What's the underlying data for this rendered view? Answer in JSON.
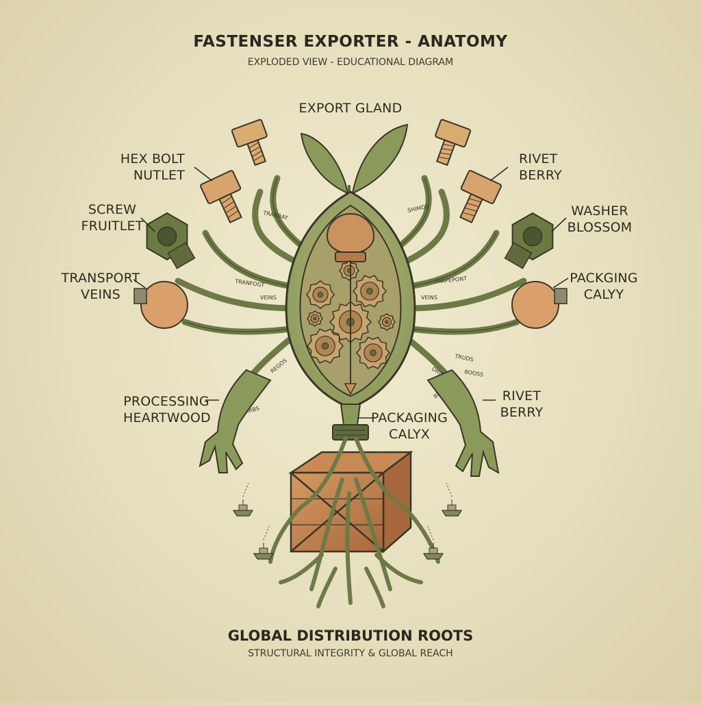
{
  "header": {
    "title": "FASTENSER EXPORTER - ANATOMY",
    "subtitle": "EXPLODED VIEW - EDUCATIONAL DIAGRAM"
  },
  "labels": {
    "export_gland": "EXPORT GLAND",
    "hex_bolt_nutlet": [
      "HEX BOLT",
      "NUTLET"
    ],
    "screw_fruitlet": [
      "SCREW",
      "FRUITLET"
    ],
    "transport_veins": [
      "TRANSPORT",
      "VEINS"
    ],
    "processing_heartwood": [
      "PROCESSING",
      "HEARTWOOD"
    ],
    "rivet_berry_top": [
      "RIVET",
      "BERRY"
    ],
    "washer_blossom": [
      "WASHER",
      "BLOSSOM"
    ],
    "packaging_calyy": [
      "PACKGING",
      "CALYY"
    ],
    "rivet_berry_bottom": [
      "RIVET",
      "BERRY"
    ],
    "packaging_calyx": [
      "PACKAGING",
      "CALYX"
    ]
  },
  "vein_texts": [
    "TRANBAY",
    "SHIMDS",
    "TRANFOGT",
    "TRAPEPONT",
    "VEINS",
    "VEINS",
    "TRUDS",
    "DRIBS",
    "BIGBS",
    "BOOSS",
    "REGOS",
    "SMIRBS"
  ],
  "footer": {
    "title": "GLOBAL DISTRIBUTION ROOTS",
    "subtitle": "STRUCTURAL INTEGRITY & GLOBAL REACH"
  },
  "colors": {
    "background": "#e6dfbd",
    "leaf_green": "#8a9a5b",
    "dark_green": "#5f6b3c",
    "outline": "#3a3627",
    "copper": "#c9925f",
    "wood": "#b57a4a",
    "gear": "#c7a46e"
  }
}
